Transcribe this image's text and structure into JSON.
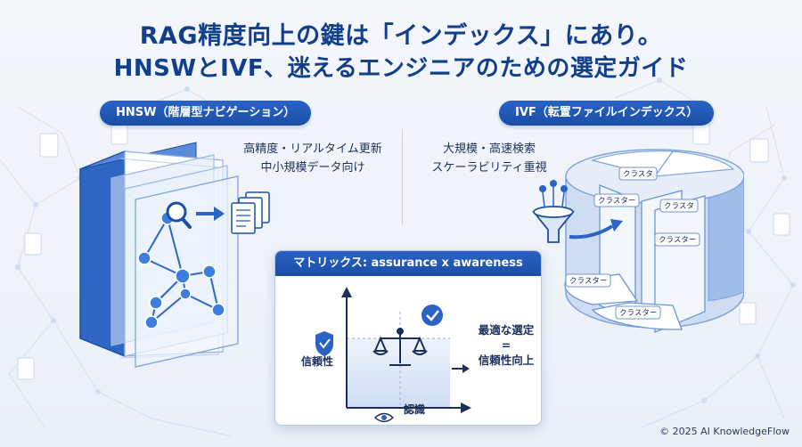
{
  "title": {
    "line1": "RAG精度向上の鍵は「インデックス」にあり。",
    "line2": "HNSWとIVF、迷えるエンジニアのための選定ガイド"
  },
  "hnsw": {
    "label": "HNSW（階層型ナビゲーション）",
    "features": [
      "高精度・リアルタイム更新",
      "中小規模データ向け"
    ]
  },
  "ivf": {
    "label": "IVF（転置ファイルインデックス）",
    "features": [
      "大規模・高速検索",
      "スケーラビリティ重視"
    ],
    "cluster_labels": [
      "クラスタ",
      "クラスター",
      "クラスタ",
      "クラスター",
      "クラスター",
      "クラスター"
    ]
  },
  "matrix": {
    "title": "マトリックス: assurance x awareness",
    "y_label": "信頼性",
    "x_label": "認識",
    "result_line1": "最適な選定",
    "result_eq": "=",
    "result_line2": "信頼性向上"
  },
  "footer": {
    "copyright": "© 2025 AI KnowledgeFlow"
  },
  "colors": {
    "primary": "#1b4ea6",
    "accent": "#2a63c4",
    "title": "#123f8c",
    "light": "#dce7f7"
  },
  "icons": [
    "magnifier-icon",
    "document-icon",
    "funnel-icon",
    "shield-icon",
    "scale-icon",
    "check-icon",
    "eye-icon",
    "arrow-icon"
  ]
}
